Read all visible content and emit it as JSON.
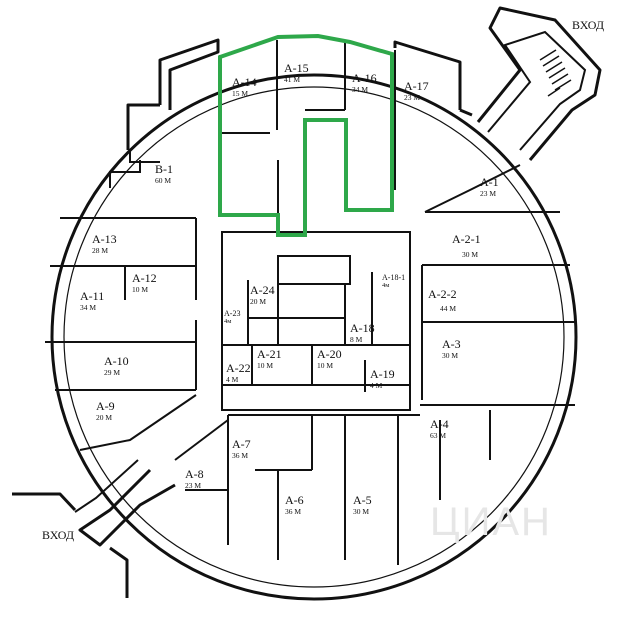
{
  "entrances": {
    "top": "ВХОД",
    "bottom": "ВХОД"
  },
  "units": [
    {
      "code": "A-14",
      "area": "15 M"
    },
    {
      "code": "A-15",
      "area": "41 M"
    },
    {
      "code": "A-16",
      "area": "34 M"
    },
    {
      "code": "A-17",
      "area": "23 M"
    },
    {
      "code": "B-1",
      "area": "60 M"
    },
    {
      "code": "A-1",
      "area": "23 M"
    },
    {
      "code": "A-13",
      "area": "28 M"
    },
    {
      "code": "A-12",
      "area": "10 M"
    },
    {
      "code": "A-11",
      "area": "34 M"
    },
    {
      "code": "A-2-1",
      "area": "30 M"
    },
    {
      "code": "A-24",
      "area": "20 M"
    },
    {
      "code": "A-2-2",
      "area": "44 M"
    },
    {
      "code": "A-23",
      "area": "4м"
    },
    {
      "code": "A-18-1",
      "area": "4м"
    },
    {
      "code": "A-18",
      "area": "8 M"
    },
    {
      "code": "A-3",
      "area": "30 M"
    },
    {
      "code": "A-10",
      "area": "29 M"
    },
    {
      "code": "A-21",
      "area": "10 M"
    },
    {
      "code": "A-20",
      "area": "10 M"
    },
    {
      "code": "A-22",
      "area": "4 M"
    },
    {
      "code": "A-19",
      "area": "4 M"
    },
    {
      "code": "A-9",
      "area": "20 M"
    },
    {
      "code": "A-4",
      "area": "63 M"
    },
    {
      "code": "A-7",
      "area": "36 M"
    },
    {
      "code": "A-8",
      "area": "23 M"
    },
    {
      "code": "A-6",
      "area": "36 M"
    },
    {
      "code": "A-5",
      "area": "30 M"
    }
  ],
  "watermark": "ЦИАН",
  "highlight_color": "#2ea84a"
}
